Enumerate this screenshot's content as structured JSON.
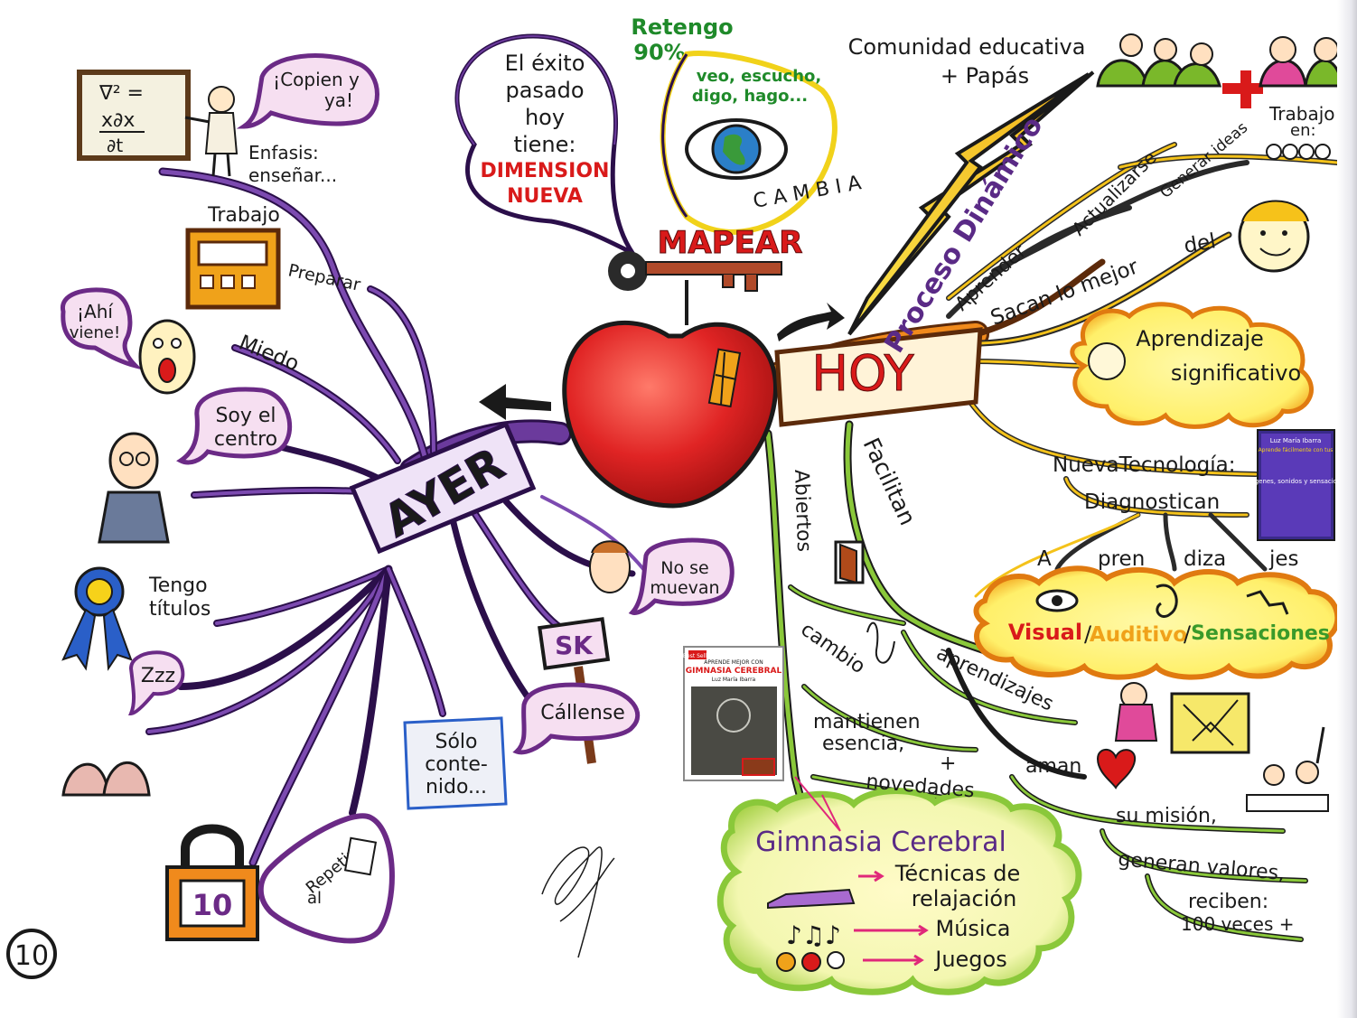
{
  "ayer": {
    "center": "AYER",
    "copien": "¡Copien y ya!",
    "enfasis": "Enfasis: enseñar...",
    "trabajo": "Trabajo",
    "preparar": "Preparar",
    "ahi_viene": "¡Ahí viene!",
    "miedo": "Miedo",
    "soy_centro": "Soy el centro",
    "tengo_titulos": "Tengo títulos",
    "zzz": "Zzz",
    "no_se_muevan": "No se muevan",
    "sign": "SK",
    "callense": "Cállense",
    "solo_contenido": "Sólo conte- nido...",
    "repetir": "Repetir al",
    "lock_number": "10"
  },
  "center": {
    "exito_text": "El éxito pasado hoy tiene:",
    "dimension": "DIMENSION NUEVA",
    "retengo": "Retengo 90%",
    "veo": "veo, escucho, digo, hago...",
    "cambia": "CAMBIA",
    "mapear": "MAPEAR"
  },
  "hoy": {
    "center": "HOY",
    "comunidad": "Comunidad educativa",
    "papas": "+ Papás",
    "trabajo_en": "Trabajo en:",
    "proceso": "Proceso Dinámico",
    "generar": "Generar ideas",
    "actualizarse": "Actualizarse",
    "aprender": "Aprender",
    "sacan": "Sacan lo mejor",
    "del": "del",
    "aprendizaje_significativo": "Aprendizaje significativo",
    "nueva_tecnologia": "NuevaTecnología:",
    "diagnostican": "Diagnostican",
    "aprendizajes_split": [
      "A",
      "pren",
      "diza",
      "jes"
    ],
    "styles": [
      "Visual",
      "Auditivo",
      "Sensaciones"
    ],
    "abiertos": "Abiertos",
    "facilitan": "Facilitan",
    "cambio": "cambio",
    "aprendizajes": "aprendizajes",
    "mantienen": "mantienen esencia,",
    "plus": "+",
    "novedades": "novedades",
    "aman": "aman",
    "mision": "su misión,",
    "valores": "generan valores,",
    "reciben": "reciben:",
    "veces": "100 veces +"
  },
  "gimnasia": {
    "title": "Gimnasia Cerebral",
    "items": [
      "Técnicas de relajación",
      "Música",
      "Juegos"
    ]
  },
  "books": {
    "right_author": "Luz María Ibarra",
    "right_title": "Aprende fácilmente con tus",
    "right_sub": "imágenes, sonidos y sensaciones",
    "left_badge": "Best Seller",
    "left_small": "APRENDE MEJOR CON",
    "left_title": "GIMNASIA CEREBRAL",
    "left_author": "Luz María Ibarra"
  },
  "page_number": "10",
  "colors": {
    "ayer_branch": "#5a2a86",
    "hoy_branch": "#ee8a1c",
    "green_branch": "#7ab82a",
    "apple": "#e02424",
    "lightning": "#f6d21a",
    "cloud_yellow": "#fff27a",
    "cloud_orange": "#f6a21c",
    "pink_bubble": "#f6dff1"
  }
}
